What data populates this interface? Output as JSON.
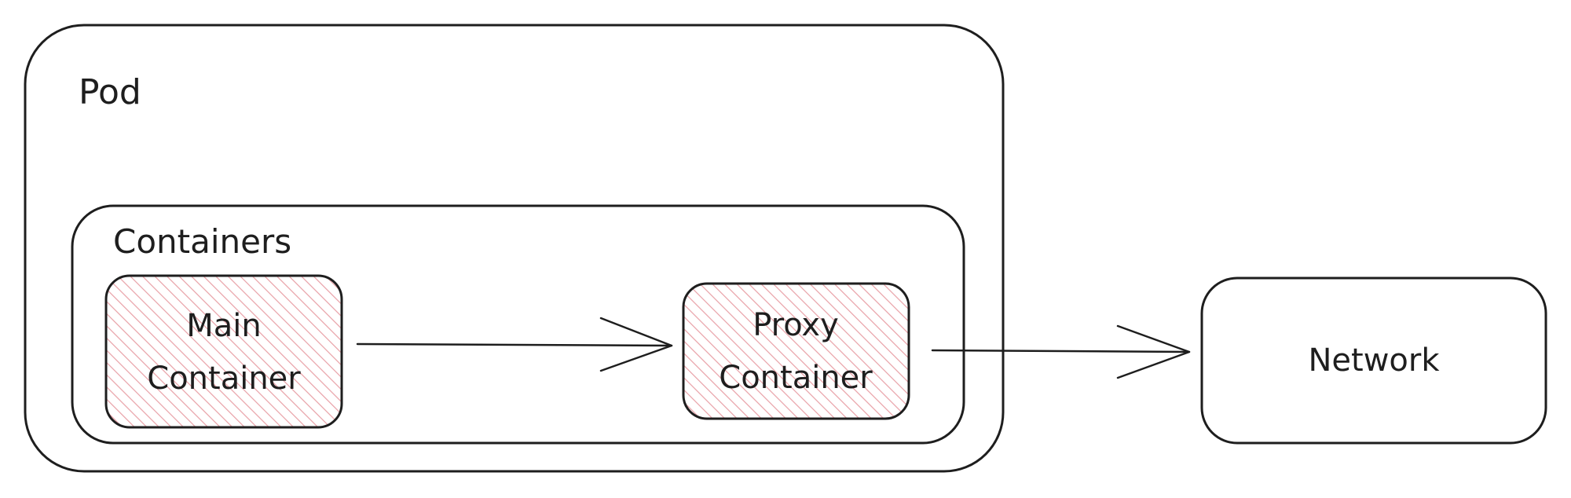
{
  "diagram": {
    "pod": {
      "label": "Pod"
    },
    "containers": {
      "label": "Containers"
    },
    "main_container": {
      "line1": "Main",
      "line2": "Container"
    },
    "proxy_container": {
      "line1": "Proxy",
      "line2": "Container"
    },
    "network": {
      "label": "Network"
    }
  },
  "colors": {
    "stroke": "#1e1e1e",
    "hatch": "#e8a0a6",
    "background": "#ffffff"
  },
  "edges": [
    {
      "from": "main_container",
      "to": "proxy_container"
    },
    {
      "from": "proxy_container",
      "to": "network"
    }
  ]
}
